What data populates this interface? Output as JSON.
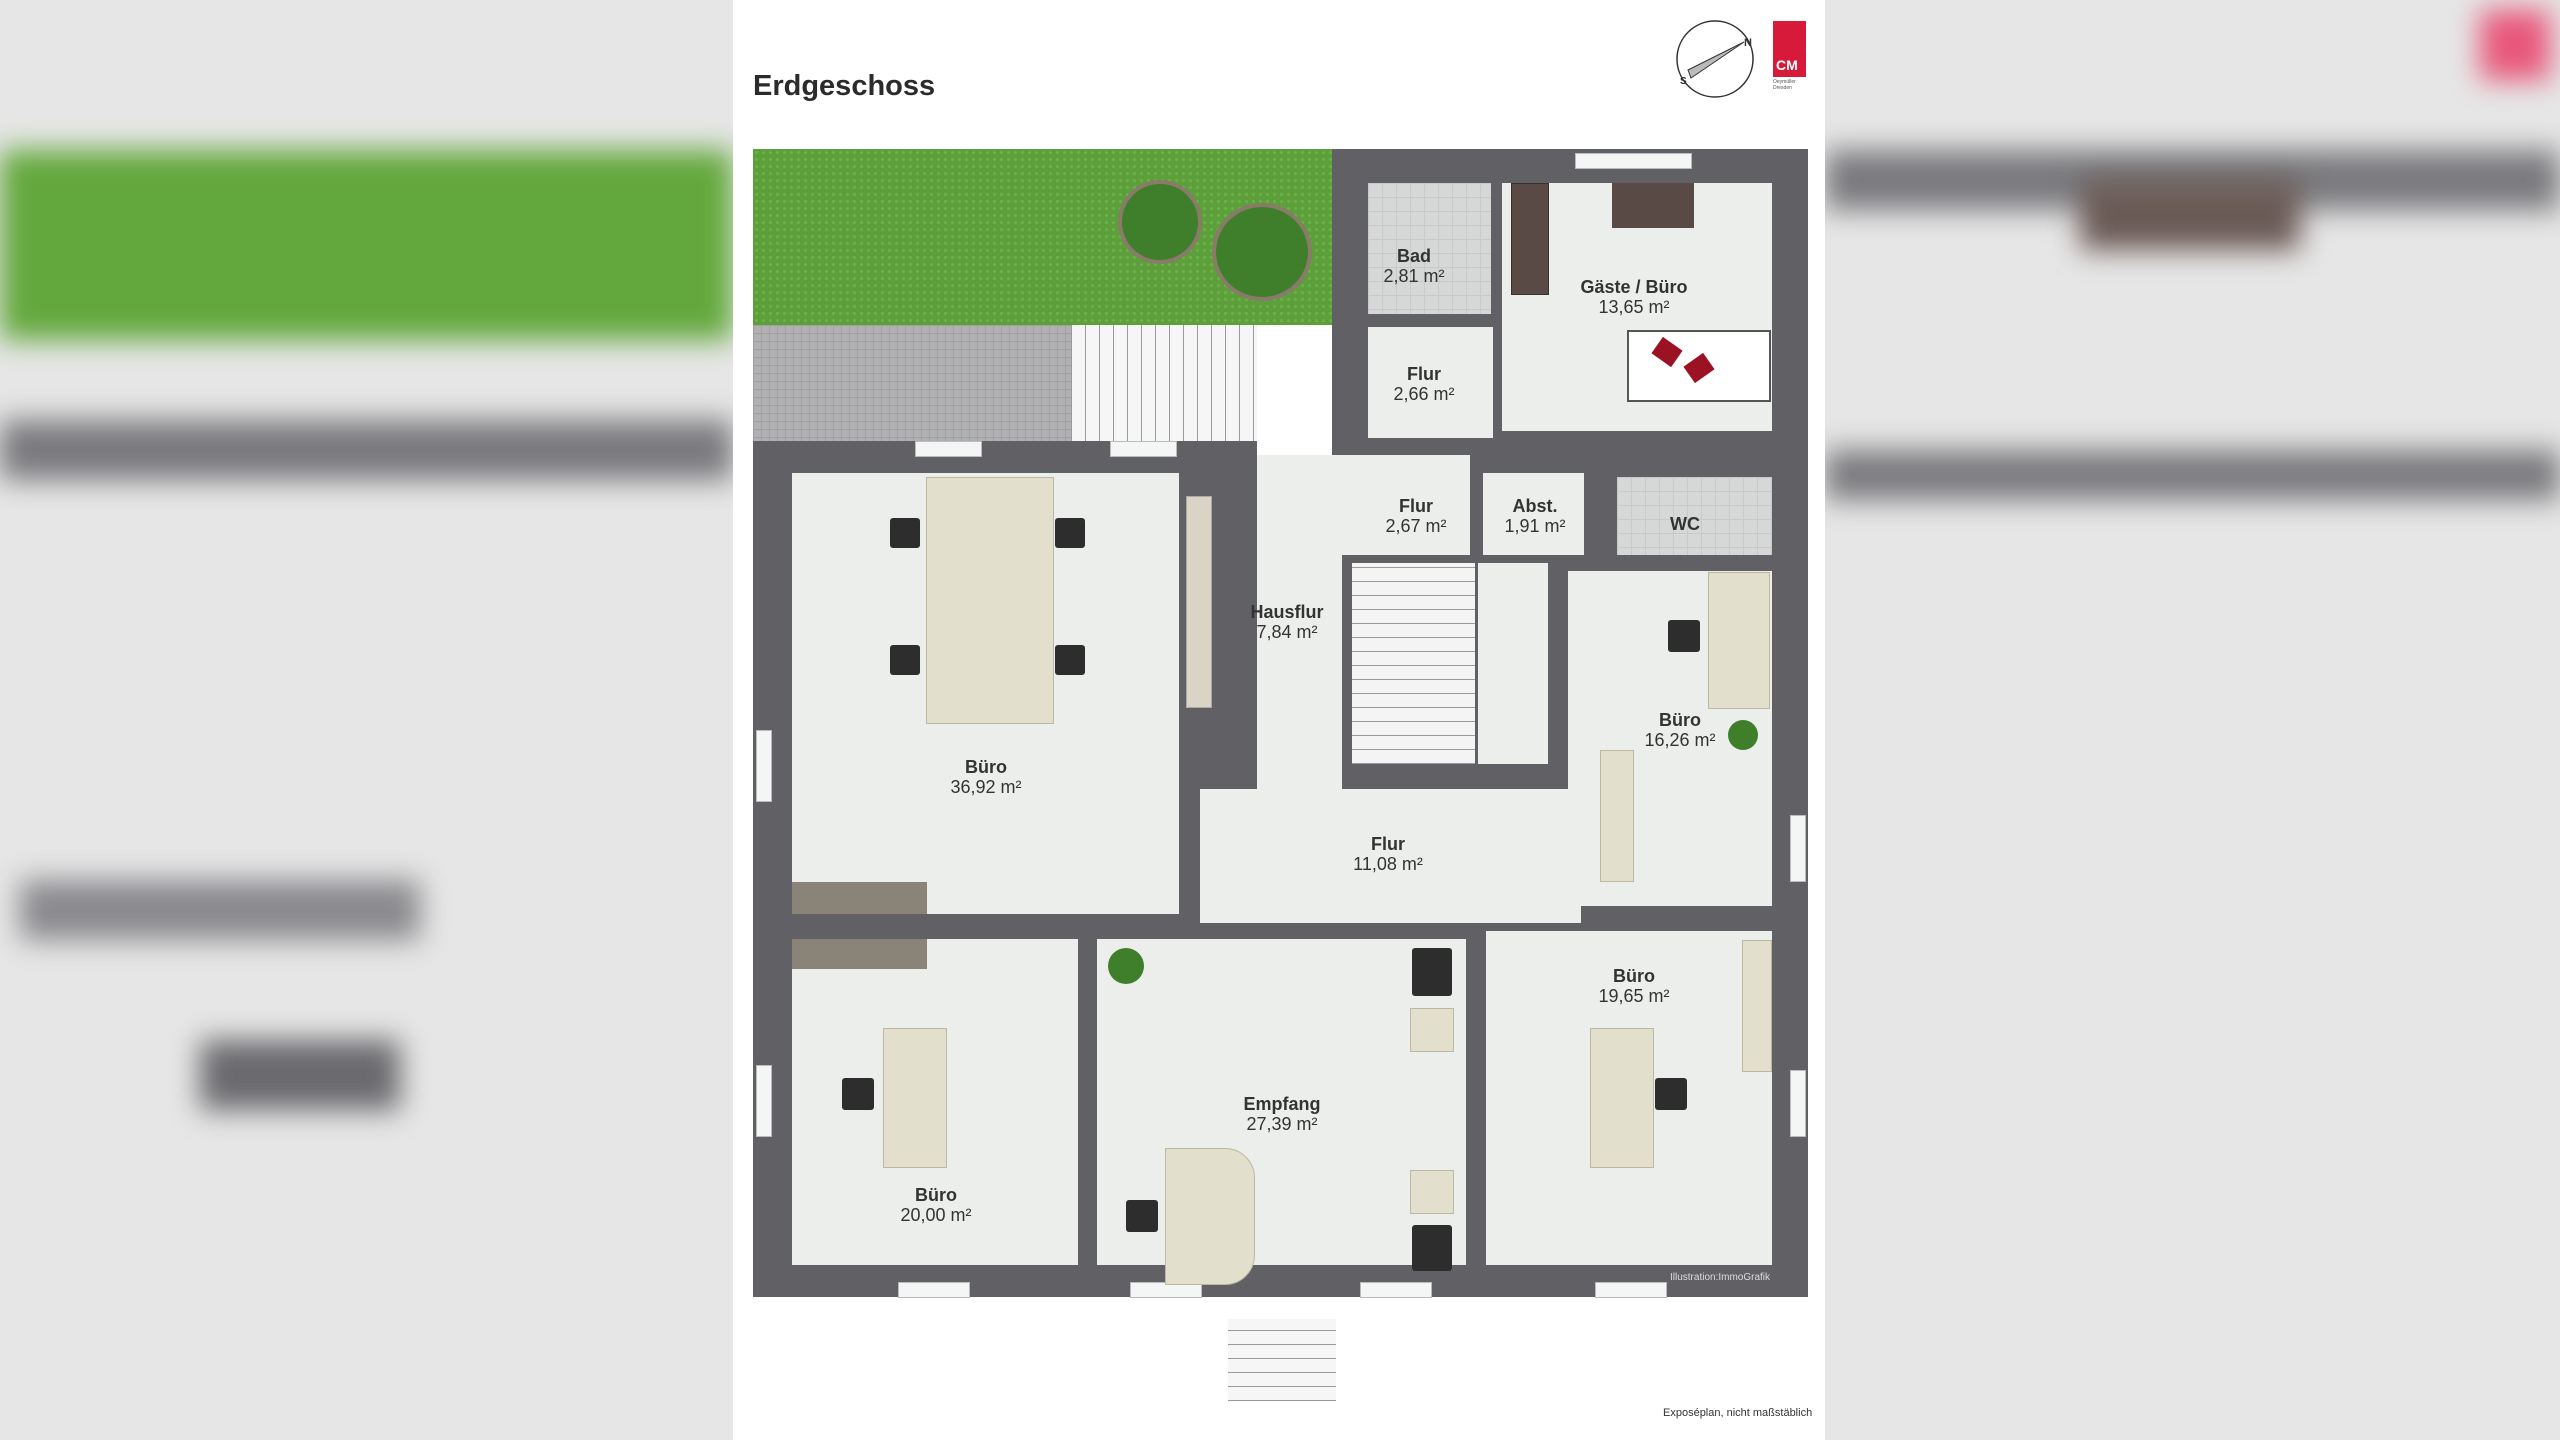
{
  "header": {
    "title": "Erdgeschoss"
  },
  "compass": {
    "icon": "compass-north-arrow-icon",
    "north_label": "N",
    "south_label": "S"
  },
  "logo": {
    "text": "CM",
    "subtitle": "Oeymüller Dresden",
    "color": "#d7193a"
  },
  "rooms": [
    {
      "name": "Bad",
      "area": "2,81 m²"
    },
    {
      "name": "Gäste / Büro",
      "area": "13,65 m²"
    },
    {
      "name": "Flur",
      "area": "2,66 m²"
    },
    {
      "name": "Flur",
      "area": "2,67 m²"
    },
    {
      "name": "Abst.",
      "area": "1,91 m²"
    },
    {
      "name": "WC",
      "area": ""
    },
    {
      "name": "Hausflur",
      "area": "7,84 m²"
    },
    {
      "name": "Büro",
      "area": "36,92 m²"
    },
    {
      "name": "Büro",
      "area": "16,26 m²"
    },
    {
      "name": "Flur",
      "area": "11,08 m²"
    },
    {
      "name": "Büro",
      "area": "19,65 m²"
    },
    {
      "name": "Empfang",
      "area": "27,39 m²"
    },
    {
      "name": "Büro",
      "area": "20,00 m²"
    }
  ],
  "credit": "Illustration:ImmoGrafik",
  "footer_note": "Exposéplan, nicht maßstäblich",
  "colors": {
    "wall": "#616165",
    "floor": "#eceeec",
    "garden": "#5a9e3a",
    "accent": "#d7193a"
  }
}
